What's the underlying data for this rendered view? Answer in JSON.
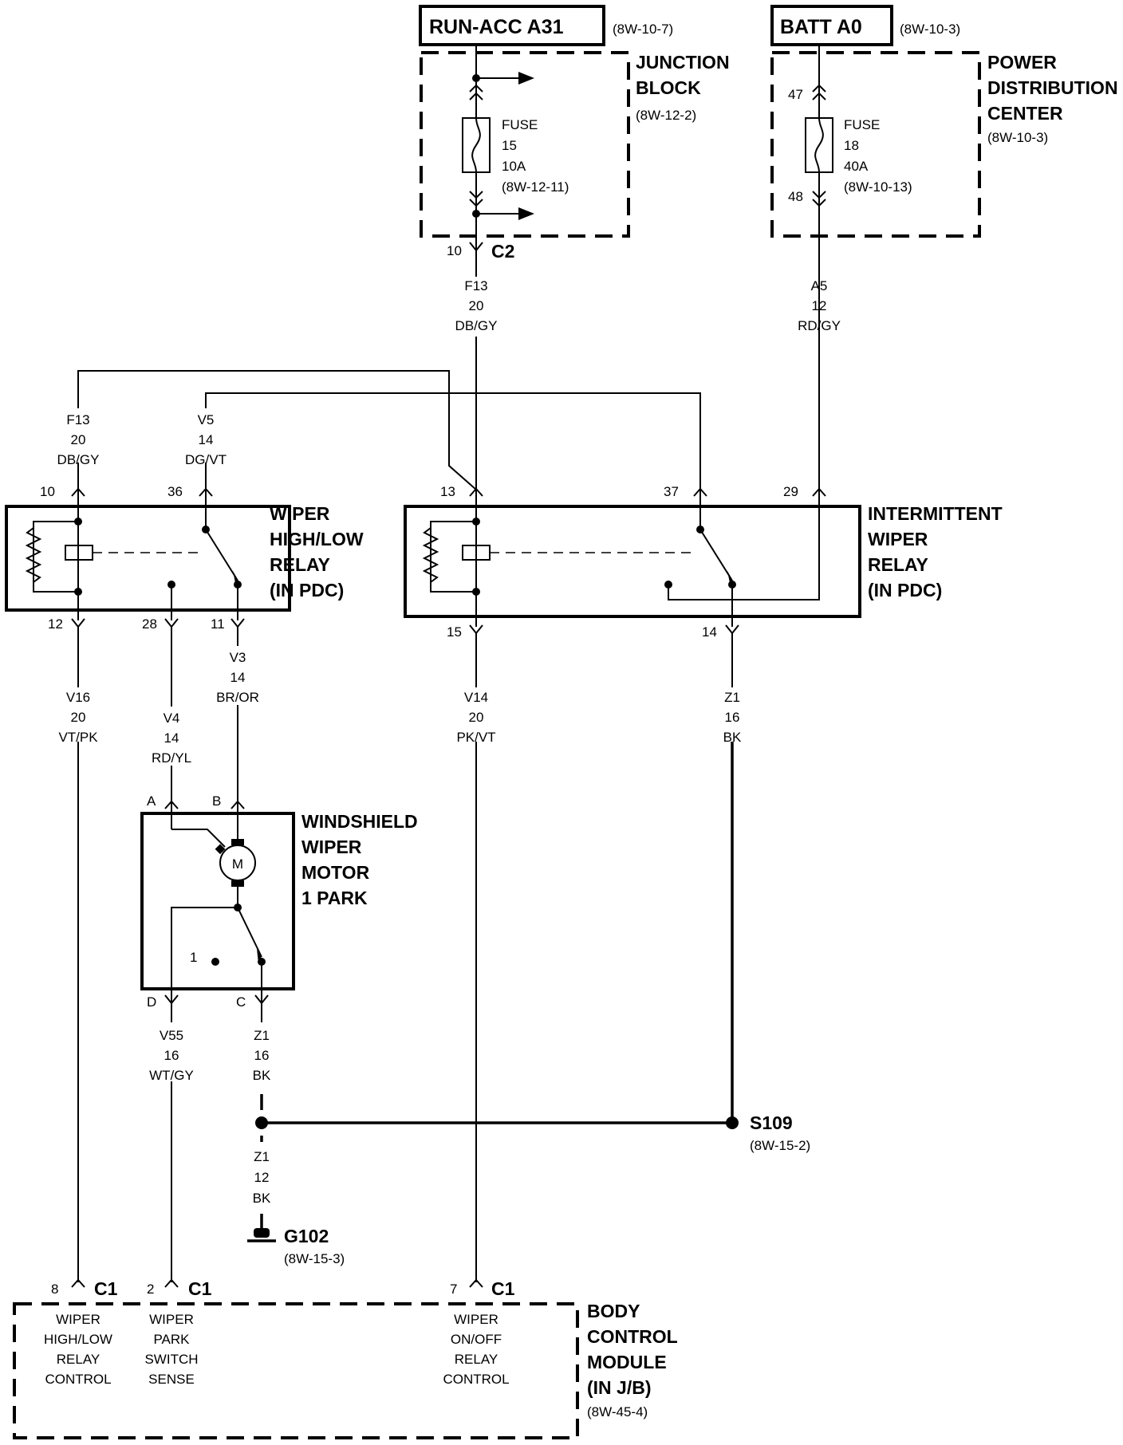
{
  "sources": {
    "run_acc": {
      "label": "RUN-ACC A31",
      "ref": "(8W-10-7)"
    },
    "batt": {
      "label": "BATT A0",
      "ref": "(8W-10-3)"
    }
  },
  "junction_block": {
    "title": [
      "JUNCTION",
      "BLOCK"
    ],
    "ref": "(8W-12-2)",
    "fuse": {
      "label": "FUSE",
      "number": "15",
      "rating": "10A",
      "ref": "(8W-12-11)"
    },
    "connector": {
      "pin": "10",
      "name": "C2"
    }
  },
  "pdc": {
    "title": [
      "POWER",
      "DISTRIBUTION",
      "CENTER"
    ],
    "ref": "(8W-10-3)",
    "fuse": {
      "label": "FUSE",
      "number": "18",
      "rating": "40A",
      "ref": "(8W-10-13)"
    },
    "pin_in": "47",
    "pin_out": "48"
  },
  "wires": {
    "f13_main": [
      "F13",
      "20",
      "DB/GY"
    ],
    "a5": [
      "A5",
      "12",
      "RD/GY"
    ],
    "f13_branch": [
      "F13",
      "20",
      "DB/GY"
    ],
    "v5": [
      "V5",
      "14",
      "DG/VT"
    ],
    "v16": [
      "V16",
      "20",
      "VT/PK"
    ],
    "v4": [
      "V4",
      "14",
      "RD/YL"
    ],
    "v3": [
      "V3",
      "14",
      "BR/OR"
    ],
    "v14": [
      "V14",
      "20",
      "PK/VT"
    ],
    "z1_relay": [
      "Z1",
      "16",
      "BK"
    ],
    "v55": [
      "V55",
      "16",
      "WT/GY"
    ],
    "z1_motor": [
      "Z1",
      "16",
      "BK"
    ],
    "z1_ground": [
      "Z1",
      "12",
      "BK"
    ]
  },
  "wiper_hl_relay": {
    "title": [
      "WIPER",
      "HIGH/LOW",
      "RELAY",
      "(IN PDC)"
    ],
    "pins": {
      "coil_in": "10",
      "com": "36",
      "coil_out": "12",
      "nc": "28",
      "no": "11"
    }
  },
  "int_relay": {
    "title": [
      "INTERMITTENT",
      "WIPER",
      "RELAY",
      "(IN PDC)"
    ],
    "pins": {
      "coil_in": "13",
      "com": "37",
      "b_plus": "29",
      "coil_out": "15",
      "out": "14"
    }
  },
  "motor": {
    "title": [
      "WINDSHIELD",
      "WIPER",
      "MOTOR",
      "1 PARK"
    ],
    "symbol": "M",
    "park_label": "1",
    "pins": {
      "a": "A",
      "b": "B",
      "d": "D",
      "c": "C"
    }
  },
  "splice": {
    "label": "S109",
    "ref": "(8W-15-2)"
  },
  "ground": {
    "label": "G102",
    "ref": "(8W-15-3)"
  },
  "bcm": {
    "title": [
      "BODY",
      "CONTROL",
      "MODULE",
      "(IN J/B)"
    ],
    "ref": "(8W-45-4)",
    "connector": "C1",
    "pins": [
      {
        "pin": "8",
        "desc": [
          "WIPER",
          "HIGH/LOW",
          "RELAY",
          "CONTROL"
        ]
      },
      {
        "pin": "2",
        "desc": [
          "WIPER",
          "PARK",
          "SWITCH",
          "SENSE"
        ]
      },
      {
        "pin": "7",
        "desc": [
          "WIPER",
          "ON/OFF",
          "RELAY",
          "CONTROL"
        ]
      }
    ]
  }
}
